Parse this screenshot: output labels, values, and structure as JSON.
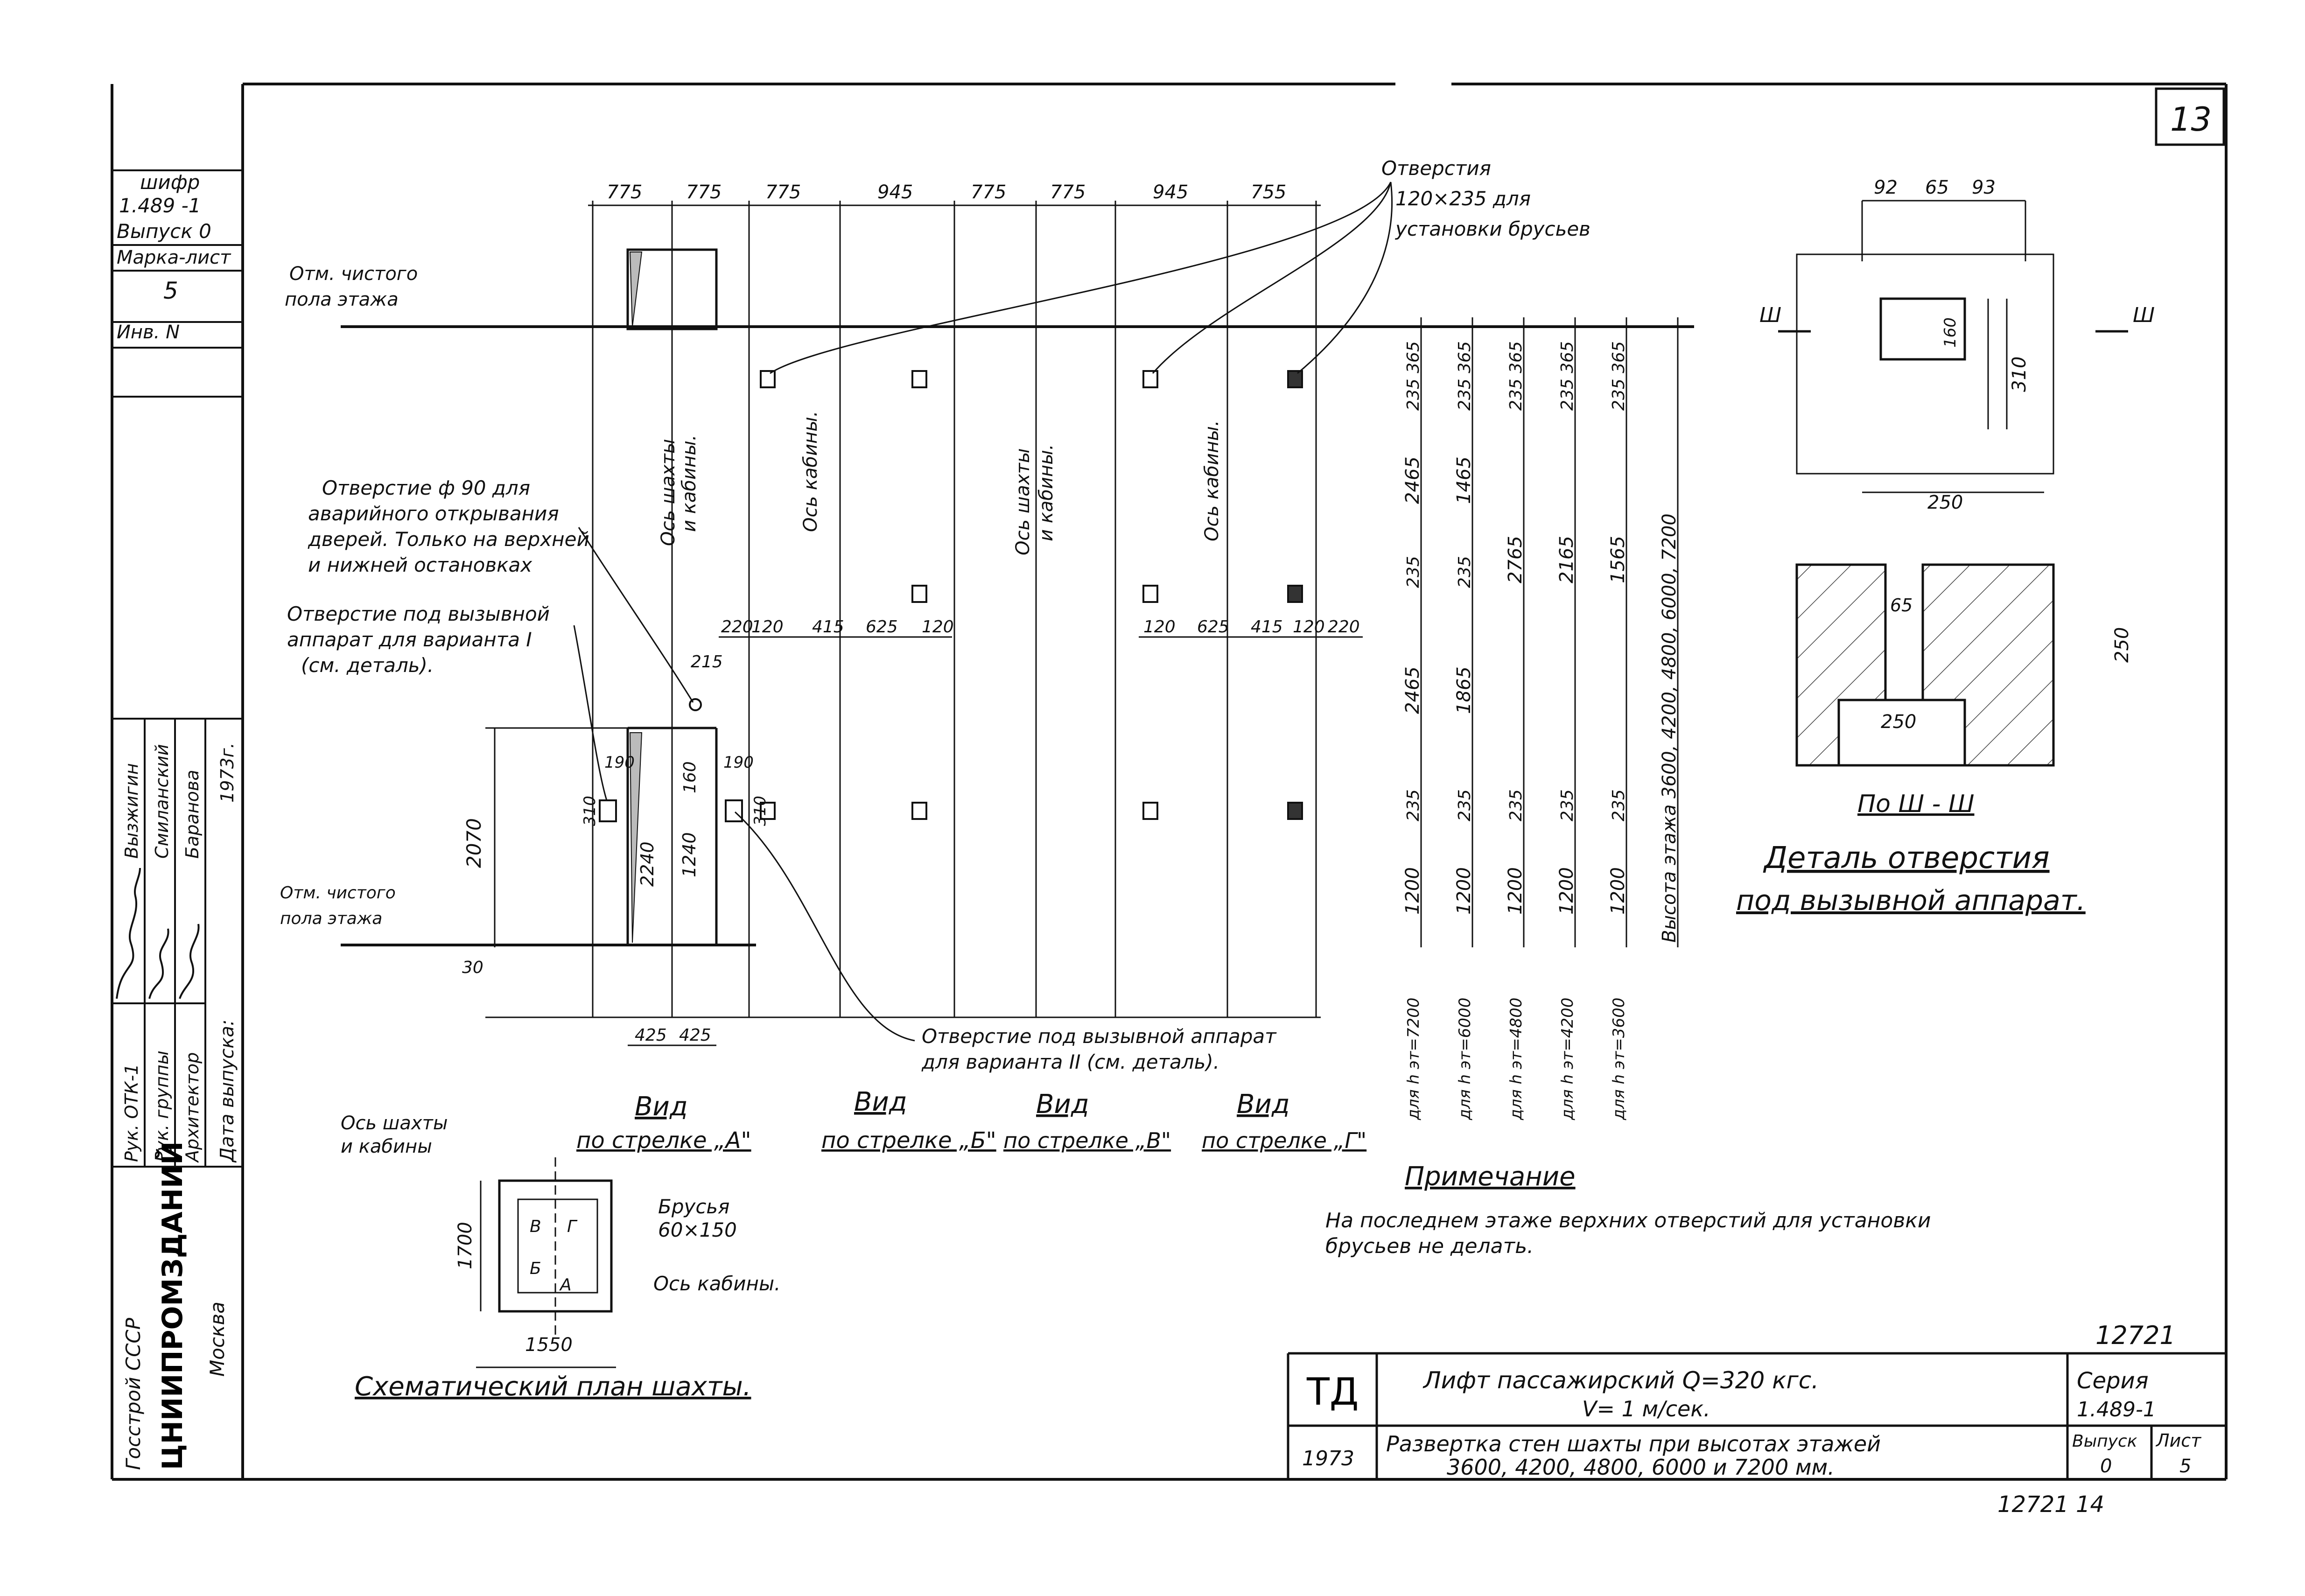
{
  "sheet_number": "13",
  "stamp": {
    "shifr": "шифр",
    "series": "1.489 -1",
    "vypusk": "Выпуск 0",
    "marka_list": "Марка-лист",
    "marka_value": "5",
    "inv": "Инв. N"
  },
  "signatures": {
    "roles": [
      "Рук. ОТК-1",
      "Рук. группы",
      "Архитектор",
      "Дата выпуска:"
    ],
    "names": [
      "Вызжигин",
      "Смиланский",
      "Баранова",
      "1973г."
    ]
  },
  "org": {
    "line1": "Госстрой СССР",
    "line2": "ЦНИИПРОМЗДАНИЙ",
    "line3": "Москва"
  },
  "dims_top": [
    "775",
    "775",
    "775",
    "945",
    "775",
    "775",
    "945",
    "755"
  ],
  "labels": {
    "otm_floor": "Отм. чистого",
    "otm_floor2": "пола этажа",
    "holes_beams_1": "Отверстия",
    "holes_beams_2": "120×235 для",
    "holes_beams_3": "установки брусьев",
    "axis_shaft_1": "Ось шахты",
    "axis_shaft_2": "и кабины.",
    "axis_cabin": "Ось кабины.",
    "hole90_1": "Отверстие ф 90 для",
    "hole90_2": "аварийного открывания",
    "hole90_3": "дверей. Только на верхней",
    "hole90_4": "и нижней остановках",
    "callhole_1": "Отверстие под вызывной",
    "callhole_2": "аппарат для варианта I",
    "callhole_3": "(см. деталь).",
    "callhole2_1": "Отверстие под вызывной аппарат",
    "callhole2_2": "для варианта II (см. деталь)."
  },
  "dims_mid_left": [
    "220",
    "120",
    "415",
    "625",
    "120"
  ],
  "dims_mid_right": [
    "120",
    "625",
    "415",
    "120",
    "220"
  ],
  "dims_lower": [
    "215",
    "190",
    "190",
    "160",
    "310",
    "310",
    "2070",
    "2240",
    "1240",
    "30",
    "425",
    "425"
  ],
  "height_columns": [
    {
      "top": "235 365",
      "mid": "2465",
      "hole": "235",
      "lower": "2465",
      "bottom": "235",
      "base": "1200",
      "caption": "для h эт=7200"
    },
    {
      "top": "235 365",
      "mid": "1465",
      "hole": "235",
      "lower": "1865",
      "bottom": "235",
      "base": "1200",
      "caption": "для h эт=6000"
    },
    {
      "top": "235 365",
      "mid": "2765",
      "hole": "",
      "lower": "",
      "bottom": "235",
      "base": "1200",
      "caption": "для h эт=4800"
    },
    {
      "top": "235 365",
      "mid": "2165",
      "hole": "",
      "lower": "",
      "bottom": "235",
      "base": "1200",
      "caption": "для h эт=4200"
    },
    {
      "top": "235 365",
      "mid": "1565",
      "hole": "",
      "lower": "",
      "bottom": "235",
      "base": "1200",
      "caption": "для h эт=3600"
    }
  ],
  "height_note": "Высота этажа 3600, 4200, 4800, 6000, 7200",
  "views": [
    {
      "vid": "Вид",
      "label": "по стрелке „А\""
    },
    {
      "vid": "Вид",
      "label": "по стрелке „Б\""
    },
    {
      "vid": "Вид",
      "label": "по стрелке „В\""
    },
    {
      "vid": "Вид",
      "label": "по стрелке „Г\""
    }
  ],
  "detail": {
    "dims_top": [
      "92",
      "65",
      "93"
    ],
    "dim_160": "160",
    "dim_310": "310",
    "dim_250_w": "250",
    "dim_65": "65",
    "dim_250_h": "250",
    "dim_250_inner": "250",
    "section_mark": "Ш",
    "section_caption": "По Ш - Ш",
    "title_1": "Деталь отверстия",
    "title_2": "под вызывной аппарат."
  },
  "plan": {
    "axis_1": "Ось шахты",
    "axis_2": "и кабины",
    "beams_1": "Брусья",
    "beams_2": "60×150",
    "axis_cabin": "Ось кабины.",
    "dim_h": "1700",
    "dim_w": "1550",
    "letters": [
      "В",
      "Г",
      "Б",
      "А"
    ],
    "title": "Схематический план шахты."
  },
  "note": {
    "title": "Примечание",
    "text_1": "На последнем этаже верхних отверстий для установки",
    "text_2": "брусьев не делать."
  },
  "title_block": {
    "doc_number": "12721",
    "td": "ТД",
    "year": "1973",
    "title_1": "Лифт пассажирский  Q=320 кгс.",
    "title_2": "V= 1 м/сек.",
    "sub_1": "Развертка стен шахты при высотах этажей",
    "sub_2": "3600, 4200, 4800, 6000 и 7200 мм.",
    "seria_label": "Серия",
    "seria_value": "1.489-1",
    "vypusk_label": "Выпуск",
    "vypusk_value": "0",
    "list_label": "Лист",
    "list_value": "5",
    "bottom_code": "12721  14"
  }
}
